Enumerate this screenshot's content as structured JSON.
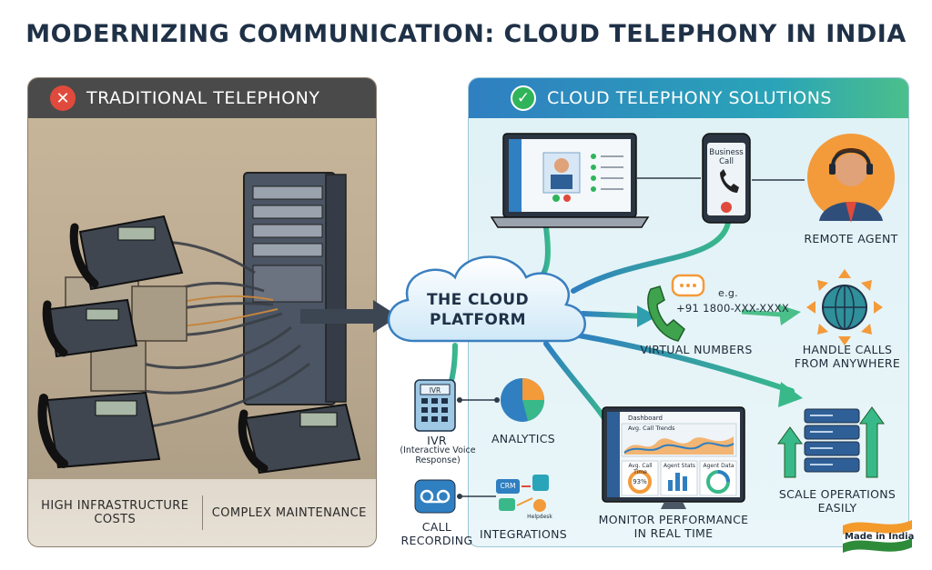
{
  "title": "MODERNIZING COMMUNICATION: CLOUD TELEPHONY IN INDIA",
  "left_panel": {
    "header": "TRADITIONAL TELEPHONY",
    "footer_left": "HIGH INFRASTRUCTURE COSTS",
    "footer_right": "COMPLEX MAINTENANCE"
  },
  "right_panel": {
    "header": "CLOUD TELEPHONY SOLUTIONS",
    "cloud": "THE CLOUD PLATFORM",
    "phone_screen": "Business Call",
    "remote_agent": "REMOTE AGENT",
    "example_prefix": "e.g.",
    "example_number": "+91 1800-XXX-XXXX",
    "virtual_numbers": "VIRTUAL NUMBERS",
    "handle_calls": "HANDLE CALLS FROM ANYWHERE",
    "ivr_screen": "IVR",
    "ivr": "IVR",
    "ivr_sub": "(Interactive Voice Response)",
    "analytics": "ANALYTICS",
    "dashboard_title": "Dashboard",
    "dashboard_chart": "Avg. Call Trends",
    "dashboard_card1": "Avg. Call Time",
    "dashboard_card1_value": "93%",
    "dashboard_card2": "Agent Stats",
    "dashboard_card3": "Agent Data",
    "monitor": "MONITOR PERFORMANCE IN REAL TIME",
    "scale": "SCALE OPERATIONS EASILY",
    "call_recording": "CALL RECORDING",
    "crm": "CRM",
    "helpdesk": "Helpdesk",
    "integrations": "INTEGRATIONS",
    "made_in": "Made in India"
  },
  "colors": {
    "accent_blue": "#2f7fc1",
    "accent_teal": "#2aa4b8",
    "accent_green": "#30b45a",
    "alert_red": "#e04a3c",
    "india_saffron": "#f39a2b",
    "india_green": "#2e8b3a"
  },
  "icons": [
    "x-icon",
    "check-icon",
    "laptop-icon",
    "phone-icon",
    "agent-icon",
    "globe-icon",
    "ivr-icon",
    "pie-chart-icon",
    "dashboard-icon",
    "server-icon",
    "voicemail-icon",
    "crm-icon",
    "flag-icon"
  ]
}
